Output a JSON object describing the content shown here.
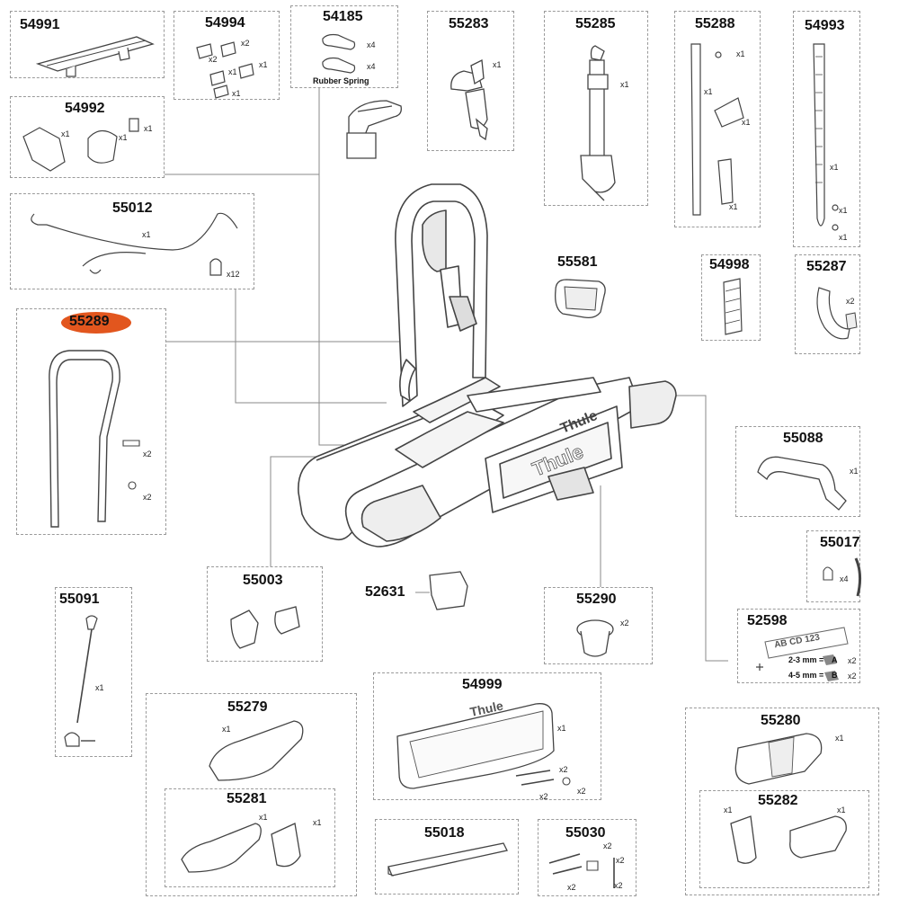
{
  "parts": {
    "p54991": {
      "num": "54991"
    },
    "p54994": {
      "num": "54994",
      "q": [
        "x2",
        "x2",
        "x1",
        "x1",
        "x1"
      ]
    },
    "p54185": {
      "num": "54185",
      "q": [
        "x4",
        "x4"
      ],
      "caption": "Rubber Spring"
    },
    "p55283": {
      "num": "55283",
      "q": "x1"
    },
    "p55285": {
      "num": "55285",
      "q": "x1"
    },
    "p55288": {
      "num": "55288",
      "q": [
        "x1",
        "x1",
        "x1",
        "x1"
      ]
    },
    "p54993": {
      "num": "54993",
      "q": [
        "x1",
        "x1",
        "x1"
      ]
    },
    "p54992": {
      "num": "54992",
      "q": [
        "x1",
        "x1",
        "x1"
      ]
    },
    "p55012": {
      "num": "55012",
      "q": [
        "x1",
        "x12"
      ]
    },
    "p55581": {
      "num": "55581"
    },
    "p54998": {
      "num": "54998"
    },
    "p55287": {
      "num": "55287",
      "q": "x2"
    },
    "p55289": {
      "num": "55289",
      "q": [
        "x2",
        "x2"
      ]
    },
    "p55088": {
      "num": "55088",
      "q": "x1"
    },
    "p55017": {
      "num": "55017",
      "q": "x4"
    },
    "p55003": {
      "num": "55003"
    },
    "p52631": {
      "num": "52631"
    },
    "p55290": {
      "num": "55290",
      "q": "x2"
    },
    "p52598": {
      "num": "52598",
      "q": [
        "x2",
        "x2"
      ],
      "plate_text": "AB CD 123",
      "spec1": "2-3 mm =",
      "spec2": "4-5 mm =",
      "a": "A",
      "b": "B"
    },
    "p55091": {
      "num": "55091",
      "q": "x1"
    },
    "p55279": {
      "num": "55279",
      "q": "x1"
    },
    "p55281": {
      "num": "55281",
      "q": [
        "x1",
        "x1"
      ]
    },
    "p54999": {
      "num": "54999",
      "q": [
        "x1",
        "x2",
        "x2",
        "x2"
      ]
    },
    "p55280": {
      "num": "55280",
      "q": "x1"
    },
    "p55282": {
      "num": "55282",
      "q": [
        "x1",
        "x1"
      ]
    },
    "p55018": {
      "num": "55018"
    },
    "p55030": {
      "num": "55030",
      "q": [
        "x2",
        "x2",
        "x2",
        "x2"
      ]
    }
  },
  "brand": {
    "logo": "Thule"
  },
  "colors": {
    "highlight": "#e2561e",
    "line": "#555555",
    "border": "#9a9a9a"
  }
}
